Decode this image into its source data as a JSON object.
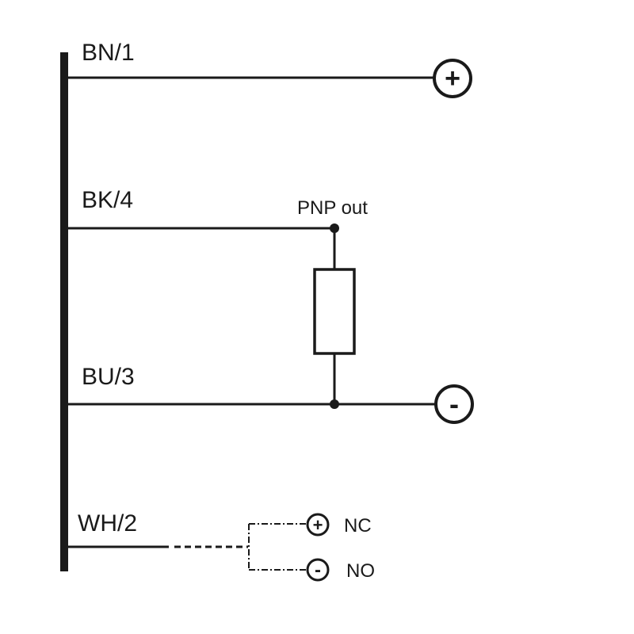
{
  "wires": {
    "brown": {
      "label": "BN/1",
      "terminal": "+"
    },
    "black": {
      "label": "BK/4",
      "output_label": "PNP out"
    },
    "blue": {
      "label": "BU/3",
      "terminal": "-"
    },
    "white": {
      "label": "WH/2"
    }
  },
  "options": {
    "nc": {
      "symbol": "+",
      "label": "NC"
    },
    "no": {
      "symbol": "-",
      "label": "NO"
    }
  }
}
